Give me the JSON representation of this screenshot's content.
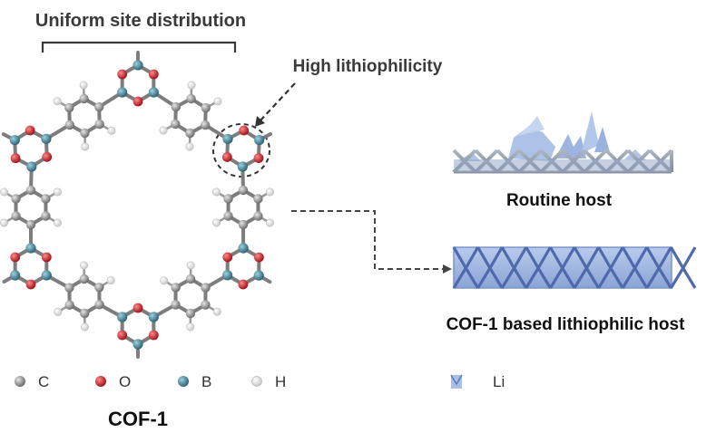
{
  "title_top": "Uniform site distribution",
  "annotation": "High lithiophilicity",
  "routine_host_label": "Routine host",
  "cof_host_label": "COF-1 based lithiophilic host",
  "structure_label": "COF-1",
  "legend": [
    {
      "symbol": "C",
      "color": "#8c8c8c",
      "icon": "carbon-atom-icon"
    },
    {
      "symbol": "O",
      "color": "#c8232c",
      "icon": "oxygen-atom-icon"
    },
    {
      "symbol": "B",
      "color": "#3f7f92",
      "icon": "boron-atom-icon"
    },
    {
      "symbol": "H",
      "color": "#f2f2f2",
      "icon": "hydrogen-atom-icon"
    },
    {
      "symbol": "Li",
      "color": "#9fb6df",
      "icon": "lithium-deposit-icon"
    }
  ],
  "colors": {
    "carbon": "#8c8c8c",
    "oxygen": "#c8232c",
    "boron": "#3f7f92",
    "hydrogen": "#f2f2f2",
    "host_blue": "#9fb6df",
    "host_dark": "#5d79b8"
  }
}
